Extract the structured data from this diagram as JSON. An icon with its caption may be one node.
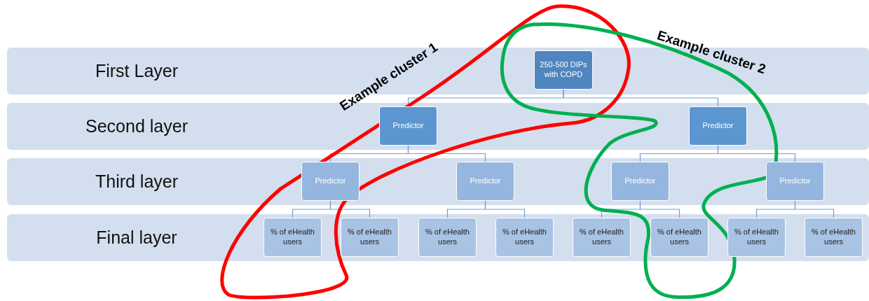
{
  "diagram": {
    "nodes": [
      {
        "text": [
          "First Layer"
        ]
      },
      {
        "text": [
          "Second layer"
        ]
      },
      {
        "text": [
          "Third layer"
        ]
      },
      {
        "text": [
          "Final layer"
        ]
      },
      {
        "text": [
          "250-500 DIPs with COPD"
        ],
        "in": 0
      },
      {
        "text": [
          "Predictor"
        ],
        "in": 1
      },
      {
        "text": [
          "Predictor"
        ],
        "in": 1
      },
      {
        "text": [
          "Predictor"
        ],
        "in": 2
      },
      {
        "text": [
          "Predictor"
        ],
        "in": 2
      },
      {
        "text": [
          "Predictor"
        ],
        "in": 2
      },
      {
        "text": [
          "Predictor"
        ],
        "in": 2
      },
      {
        "text": [
          "% of eHealth users"
        ],
        "in": 3
      },
      {
        "text": [
          "% of eHealth users"
        ],
        "in": 3
      },
      {
        "text": [
          "% of eHealth users"
        ],
        "in": 3
      },
      {
        "text": [
          "% of eHealth users"
        ],
        "in": 3
      },
      {
        "text": [
          "% of eHealth users"
        ],
        "in": 3
      },
      {
        "text": [
          "% of eHealth users"
        ],
        "in": 3
      },
      {
        "text": [
          "% of eHealth users"
        ],
        "in": 3
      },
      {
        "text": [
          "% of eHealth users"
        ],
        "in": 3
      }
    ],
    "edges": [
      {
        "from": 4,
        "to": 5,
        "arrow": "none"
      },
      {
        "from": 4,
        "to": 6,
        "arrow": "none"
      },
      {
        "from": 5,
        "to": 7,
        "arrow": "none"
      },
      {
        "from": 5,
        "to": 8,
        "arrow": "none"
      },
      {
        "from": 6,
        "to": 9,
        "arrow": "none"
      },
      {
        "from": 6,
        "to": 10,
        "arrow": "none"
      },
      {
        "from": 7,
        "to": 11,
        "arrow": "none"
      },
      {
        "from": 7,
        "to": 12,
        "arrow": "none"
      },
      {
        "from": 8,
        "to": 13,
        "arrow": "none"
      },
      {
        "from": 8,
        "to": 14,
        "arrow": "none"
      },
      {
        "from": 9,
        "to": 15,
        "arrow": "none"
      },
      {
        "from": 9,
        "to": 16,
        "arrow": "none"
      },
      {
        "from": 10,
        "to": 17,
        "arrow": "none"
      },
      {
        "from": 10,
        "to": 18,
        "arrow": "none"
      }
    ],
    "labels": [
      "Example cluster 1",
      "Example cluster 2"
    ]
  }
}
